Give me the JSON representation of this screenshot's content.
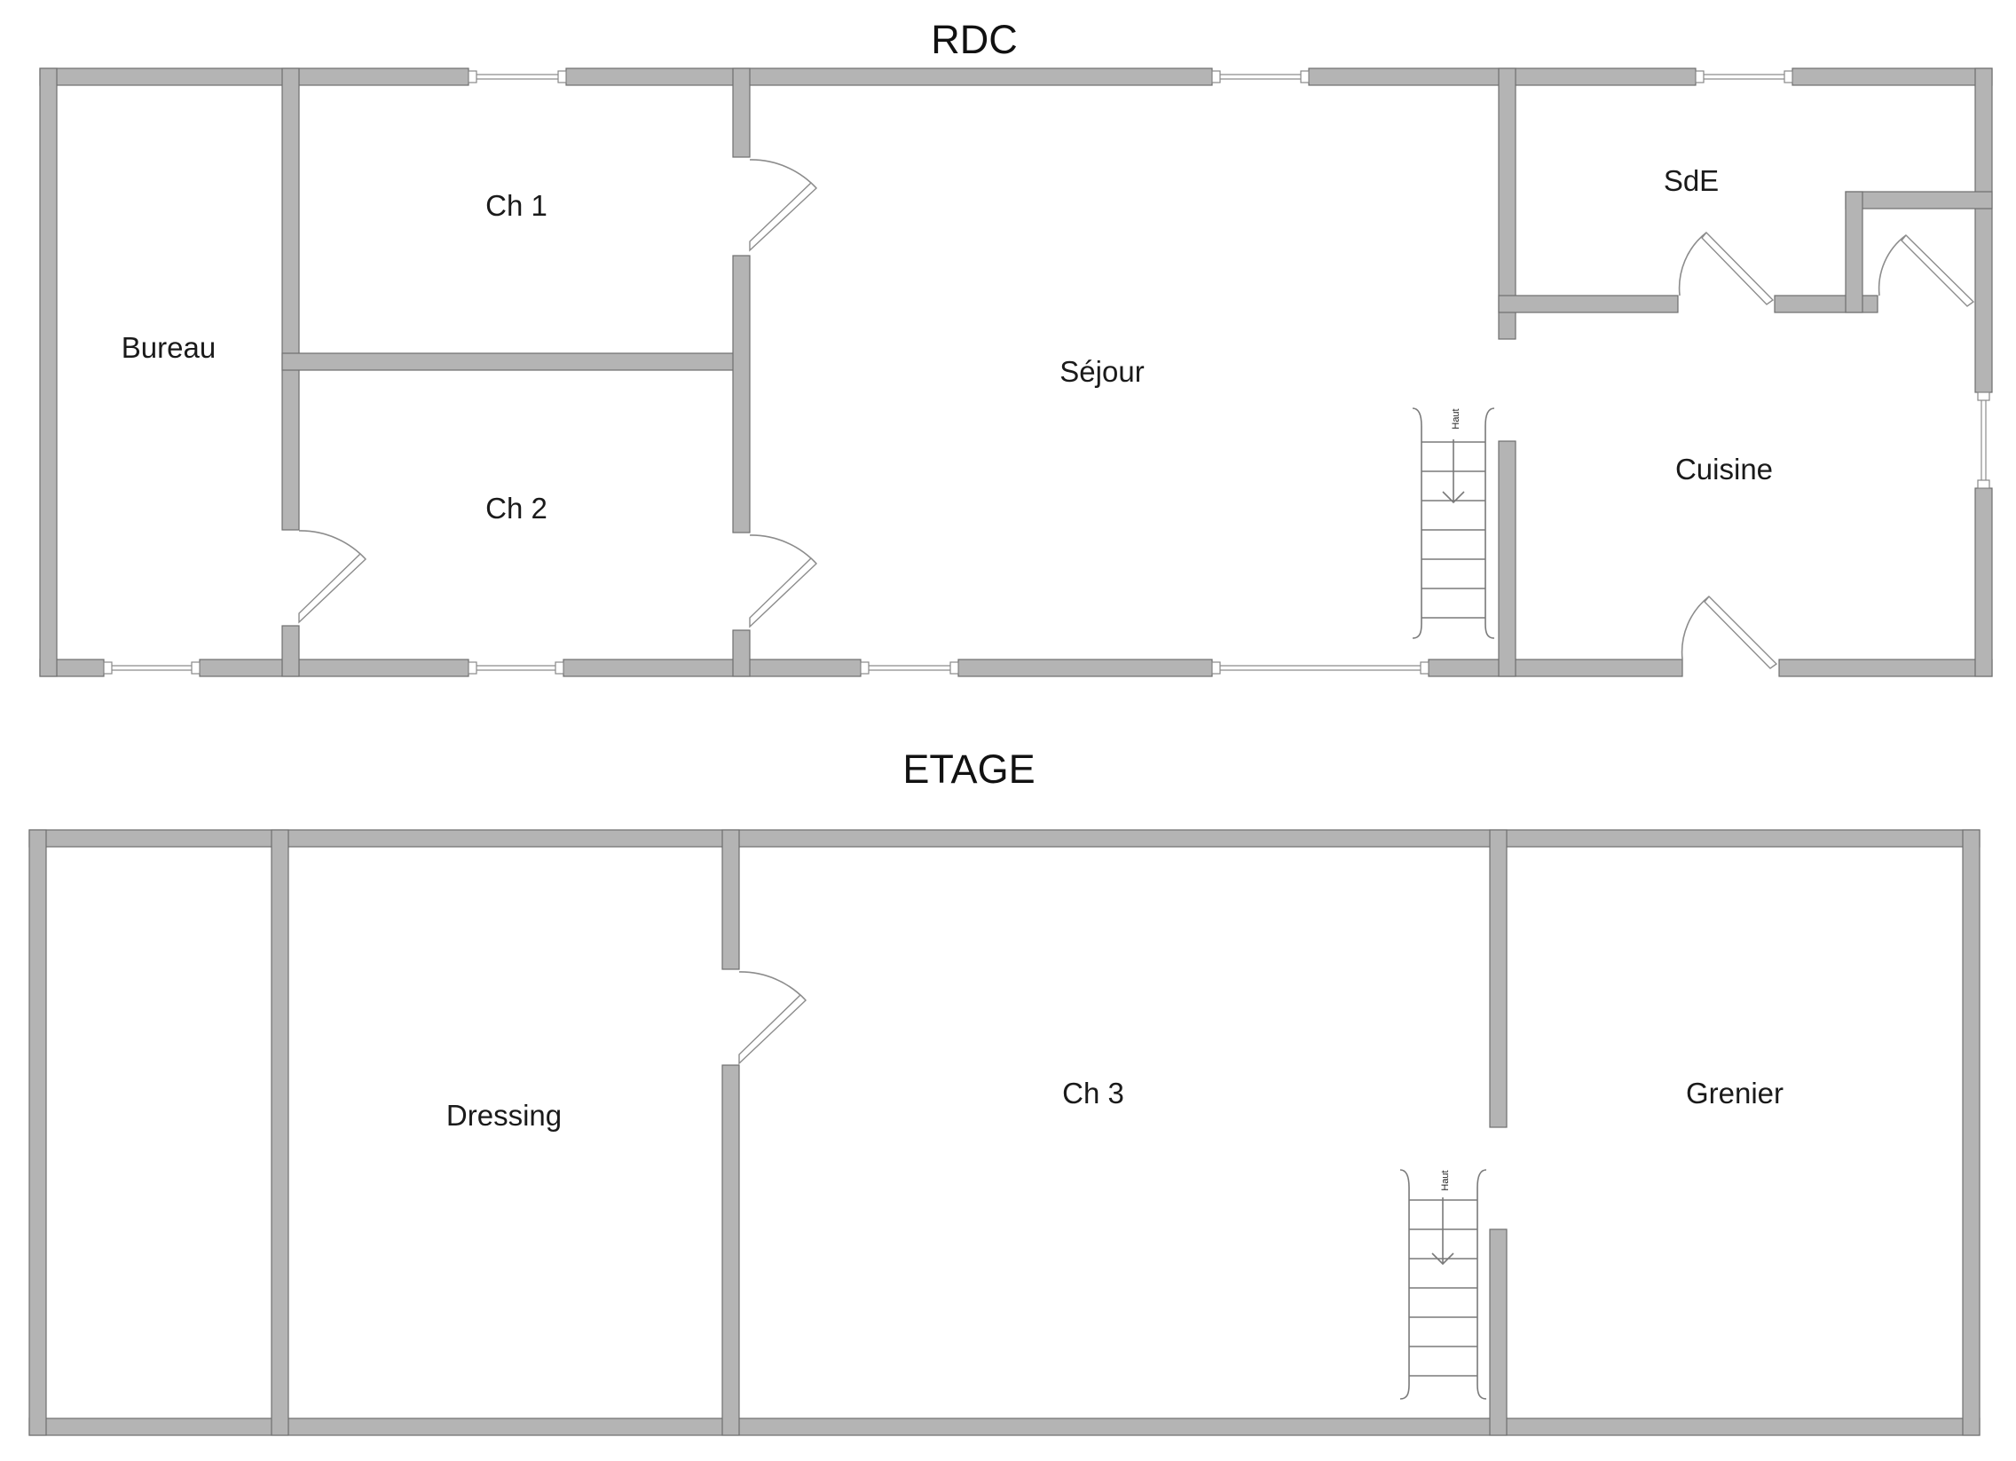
{
  "levels": {
    "ground": {
      "title": "RDC",
      "rooms": {
        "bureau": "Bureau",
        "ch1": "Ch 1",
        "ch2": "Ch 2",
        "sejour": "Séjour",
        "sde": "SdE",
        "cuisine": "Cuisine"
      },
      "stair_label": "Haut"
    },
    "upper": {
      "title": "ETAGE",
      "rooms": {
        "dressing": "Dressing",
        "ch3": "Ch 3",
        "grenier": "Grenier"
      },
      "stair_label": "Haut"
    }
  },
  "colors": {
    "wall_fill": "#b4b4b4",
    "wall_stroke": "#6e6e6e",
    "background": "#ffffff"
  }
}
